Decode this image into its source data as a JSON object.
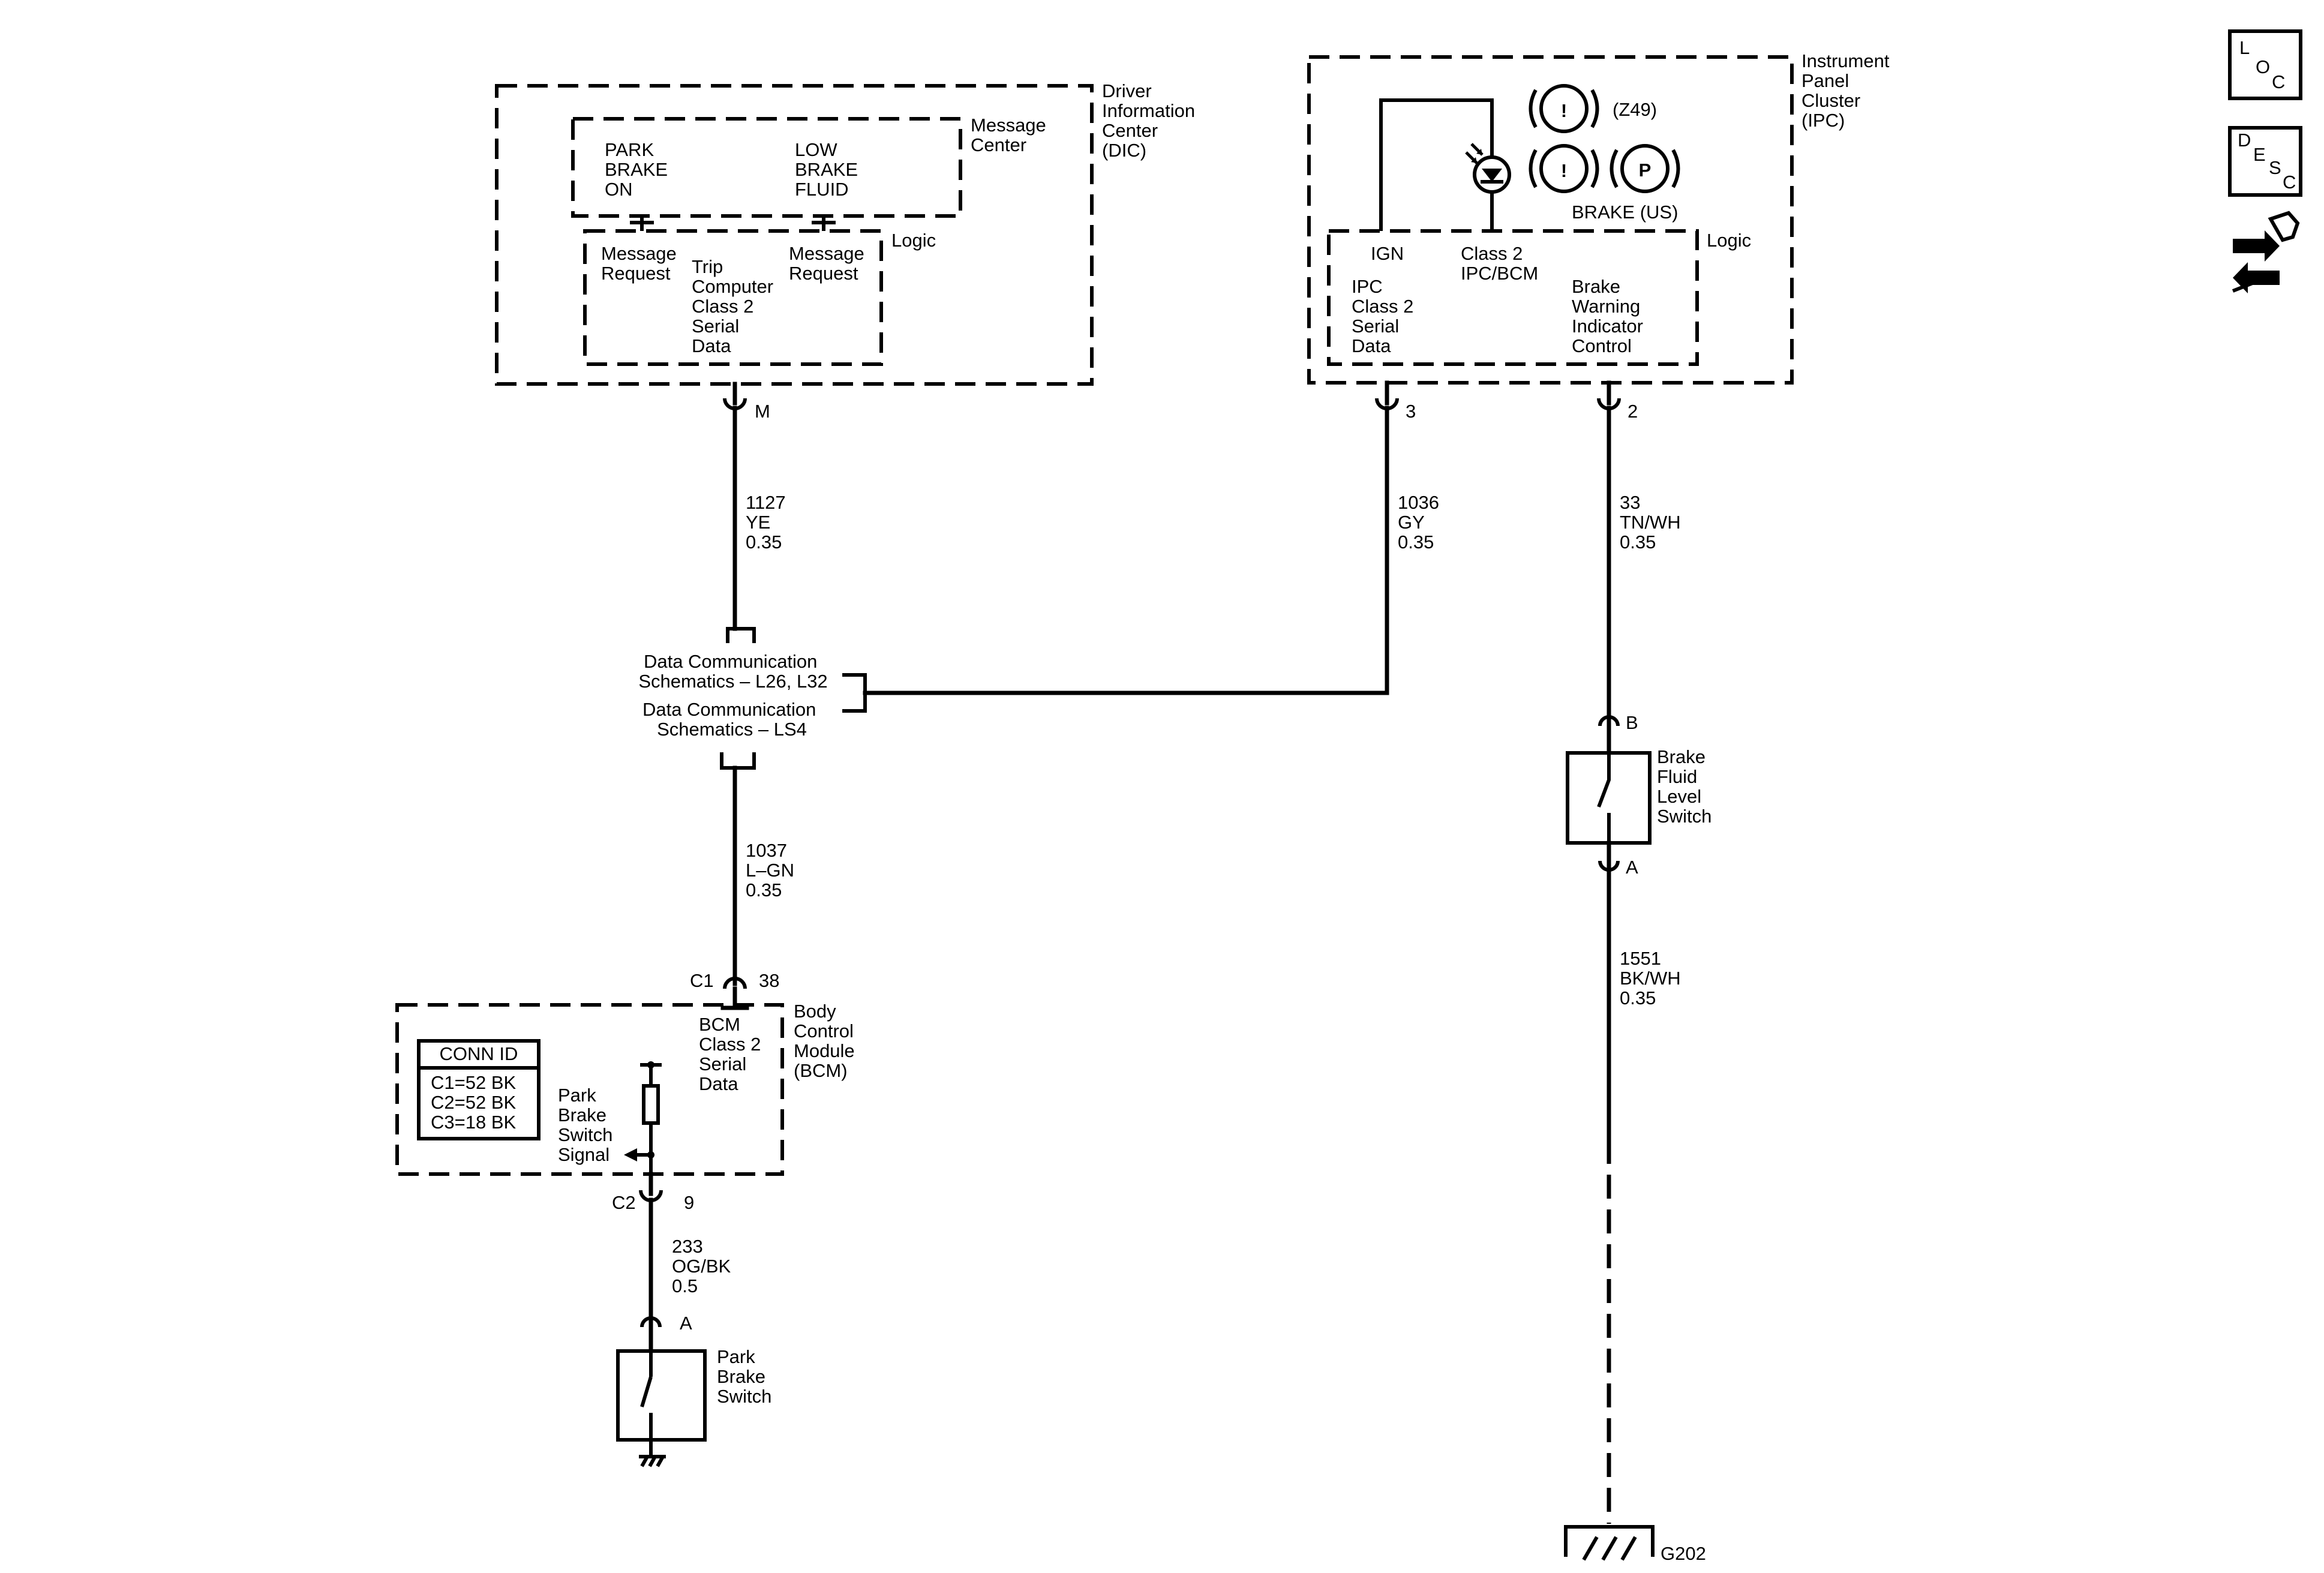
{
  "modules": {
    "dic": {
      "name": [
        "Driver",
        "Information",
        "Center",
        "(DIC)"
      ]
    },
    "message_center": {
      "name": [
        "Message",
        "Center"
      ],
      "park_brake_on": [
        "PARK",
        "BRAKE",
        "ON"
      ],
      "low_brake_fluid": [
        "LOW",
        "BRAKE",
        "FLUID"
      ]
    },
    "dic_logic": {
      "label": "Logic",
      "message_request_left": [
        "Message",
        "Request"
      ],
      "trip_computer": [
        "Trip",
        "Computer",
        "Class 2",
        "Serial",
        "Data"
      ],
      "message_request_right": [
        "Message",
        "Request"
      ]
    },
    "ipc": {
      "name": [
        "Instrument",
        "Panel",
        "Cluster",
        "(IPC)"
      ],
      "z49": "(Z49)",
      "brake_us": "BRAKE (US)",
      "logic": "Logic",
      "ign": "IGN",
      "class2": [
        "Class 2",
        "IPC/BCM"
      ],
      "ipc_class2": [
        "IPC",
        "Class 2",
        "Serial",
        "Data"
      ],
      "brake_warning": [
        "Brake",
        "Warning",
        "Indicator",
        "Control"
      ]
    },
    "bcm": {
      "name": [
        "Body",
        "Control",
        "Module",
        "(BCM)"
      ],
      "class2": [
        "BCM",
        "Class 2",
        "Serial",
        "Data"
      ],
      "park_signal": [
        "Park",
        "Brake",
        "Switch",
        "Signal"
      ],
      "conn_id_title": "CONN ID",
      "conn_id": [
        "C1=52 BK",
        "C2=52 BK",
        "C3=18 BK"
      ]
    }
  },
  "pins": {
    "dic_m": "M",
    "ipc_3": "3",
    "ipc_2": "2",
    "bcm_c1": "C1",
    "bcm_38": "38",
    "bcm_c2": "C2",
    "bcm_9": "9",
    "park_a": "A",
    "fluid_b": "B",
    "fluid_a": "A"
  },
  "wires": {
    "w1127": [
      "1127",
      "YE",
      "0.35"
    ],
    "w1036": [
      "1036",
      "GY",
      "0.35"
    ],
    "w33": [
      "33",
      "TN/WH",
      "0.35"
    ],
    "w1037": [
      "1037",
      "L–GN",
      "0.35"
    ],
    "w233": [
      "233",
      "OG/BK",
      "0.5"
    ],
    "w1551": [
      "1551",
      "BK/WH",
      "0.35"
    ]
  },
  "references": {
    "data_comm_1": [
      "Data Communication",
      "Schematics – L26, L32"
    ],
    "data_comm_2": [
      "Data Communication",
      "Schematics – LS4"
    ]
  },
  "components": {
    "park_brake_switch": [
      "Park",
      "Brake",
      "Switch"
    ],
    "brake_fluid_switch": [
      "Brake",
      "Fluid",
      "Level",
      "Switch"
    ],
    "ground": "G202",
    "lamp_symbol": "!",
    "park_symbol": "P"
  },
  "sidebar": {
    "loc": [
      "L",
      "O",
      "C"
    ],
    "desc": [
      "D",
      "E",
      "S",
      "C"
    ]
  }
}
